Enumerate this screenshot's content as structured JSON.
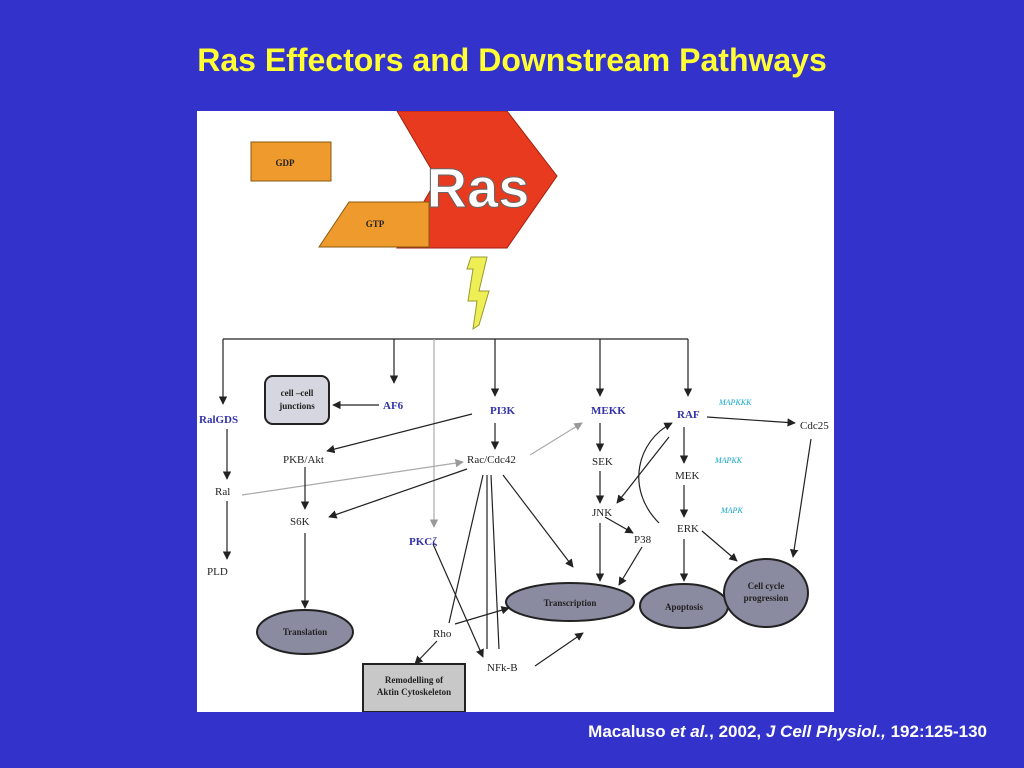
{
  "title": "Ras Effectors and Downstream Pathways",
  "diagram": {
    "ras": "Ras",
    "gdp": "GDP",
    "gtp": "GTP",
    "cell_junctions": "cell –cell\njunctions",
    "ralgds": "RalGDS",
    "af6": "AF6",
    "pi3k": "PI3K",
    "mekk": "MEKK",
    "raf": "RAF",
    "mapkkk": "MAPKKK",
    "cdc25": "Cdc25",
    "pkb_akt": "PKB/Akt",
    "rac_cdc42": "Rac/Cdc42",
    "sek": "SEK",
    "mek": "MEK",
    "mapkk": "MAPKK",
    "ral": "Ral",
    "s6k": "S6K",
    "jnk": "JNK",
    "mapk": "MAPK",
    "erk": "ERK",
    "pkc": "PKCζ",
    "p38": "P38",
    "pld": "PLD",
    "transcription": "Transcription",
    "apoptosis": "Apoptosis",
    "cell_cycle": "Cell cycle\nprogression",
    "translation": "Translation",
    "rho": "Rho",
    "nfkb": "NFk-B",
    "remodelling": "Remodelling of\nAktin Cytoskeleton"
  },
  "citation": {
    "author": "Macaluso",
    "etal": "et al.",
    "year": ", 2002, ",
    "journal": "J Cell Physiol.,",
    "pages": " 192:125-130"
  },
  "colors": {
    "background": "#3333cc",
    "title": "#ffff33",
    "ras": "#e83a1e",
    "gdp_gtp": "#ef9a2c",
    "bolt": "#eeee55",
    "ellipse": "#8a8aa0"
  }
}
